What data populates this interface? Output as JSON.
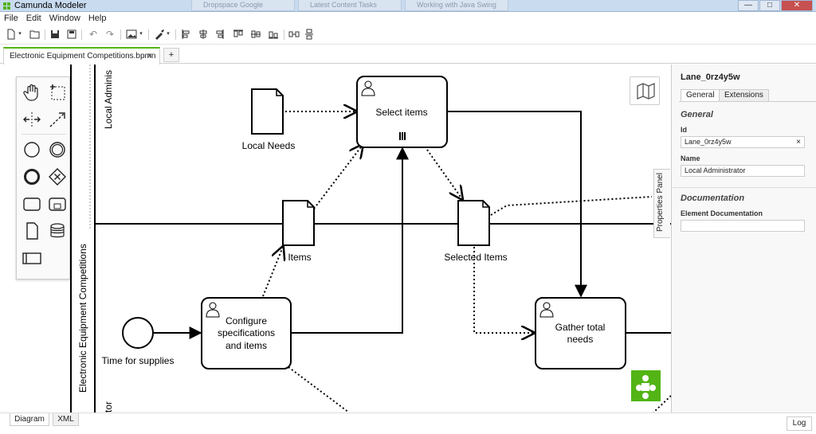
{
  "window": {
    "title": "Camunda Modeler",
    "background_tabs": [
      "Dropspace Google",
      "Latest Content Tasks",
      "Working with Java Swing"
    ],
    "controls": {
      "minimize": "—",
      "maximize": "□",
      "close": "✕"
    }
  },
  "menu": [
    "File",
    "Edit",
    "Window",
    "Help"
  ],
  "toolbar": {
    "new": "🗋",
    "open": "🗁",
    "save": "💾",
    "save_as": "🖫",
    "undo": "↶",
    "redo": "↷",
    "image": "🖼",
    "tools": "🛠",
    "align_left": "⫷",
    "align_center": "⫸",
    "align_right": "⫶",
    "align_top": "⊤",
    "align_middle": "⊥",
    "align_bottom": "⊓",
    "distribute_h": "⫼",
    "distribute_v": "⫽"
  },
  "tabs": {
    "active": "Electronic Equipment Competitions.bpmn",
    "close": "×",
    "add": "+"
  },
  "diagram": {
    "lanes": {
      "top": "Local Adminis",
      "pool": "Electronic Equipment Competitions",
      "bottom": "tor"
    },
    "tasks": {
      "select_items": "Select items",
      "configure": [
        "Configure",
        "specifications",
        "and items"
      ],
      "gather": [
        "Gather total",
        "needs"
      ]
    },
    "data_objects": {
      "local_needs": "Local Needs",
      "items": "Items",
      "selected_items": "Selected Items"
    },
    "start_event": "Time for supplies"
  },
  "properties_toggle": "Properties Panel",
  "properties": {
    "element_title": "Lane_0rz4y5w",
    "tabs": [
      "General",
      "Extensions"
    ],
    "general_heading": "General",
    "id_label": "Id",
    "id_value": "Lane_0rz4y5w",
    "clear": "×",
    "name_label": "Name",
    "name_value": "Local Administrator",
    "documentation_heading": "Documentation",
    "element_doc_label": "Element Documentation",
    "element_doc_value": ""
  },
  "view_tabs": [
    "Diagram",
    "XML"
  ],
  "log_button": "Log",
  "colors": {
    "accent": "#52b415",
    "titlebar": "#c9dbef",
    "stroke": "#000000"
  }
}
